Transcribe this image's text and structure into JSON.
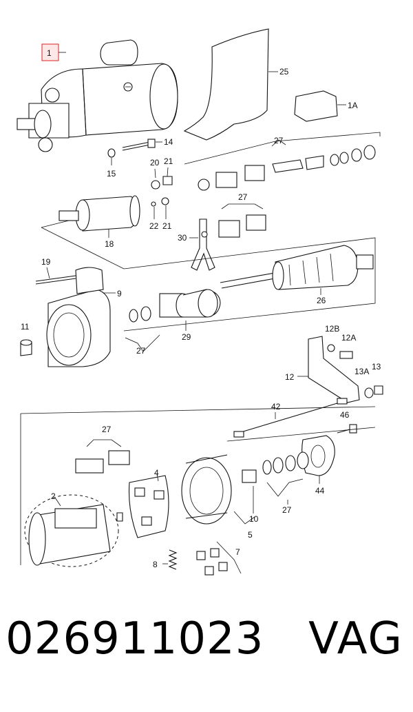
{
  "callouts": {
    "c1": "1",
    "c1A": "1A",
    "c2": "2",
    "c4": "4",
    "c5": "5",
    "c7": "7",
    "c8": "8",
    "c9": "9",
    "c10": "10",
    "c11": "11",
    "c12": "12",
    "c12A": "12A",
    "c12B": "12B",
    "c13": "13",
    "c13A": "13A",
    "c14": "14",
    "c15": "15",
    "c18": "18",
    "c19": "19",
    "c20": "20",
    "c21a": "21",
    "c21b": "21",
    "c22": "22",
    "c25": "25",
    "c26": "26",
    "c27a": "27",
    "c27b": "27",
    "c27c": "27",
    "c27d": "27",
    "c27e": "27",
    "c29": "29",
    "c30": "30",
    "c42": "42",
    "c44": "44",
    "c46": "46"
  },
  "highlight_color": "#e02020",
  "footer": {
    "part_number": "026911023",
    "brand": "VAG"
  }
}
